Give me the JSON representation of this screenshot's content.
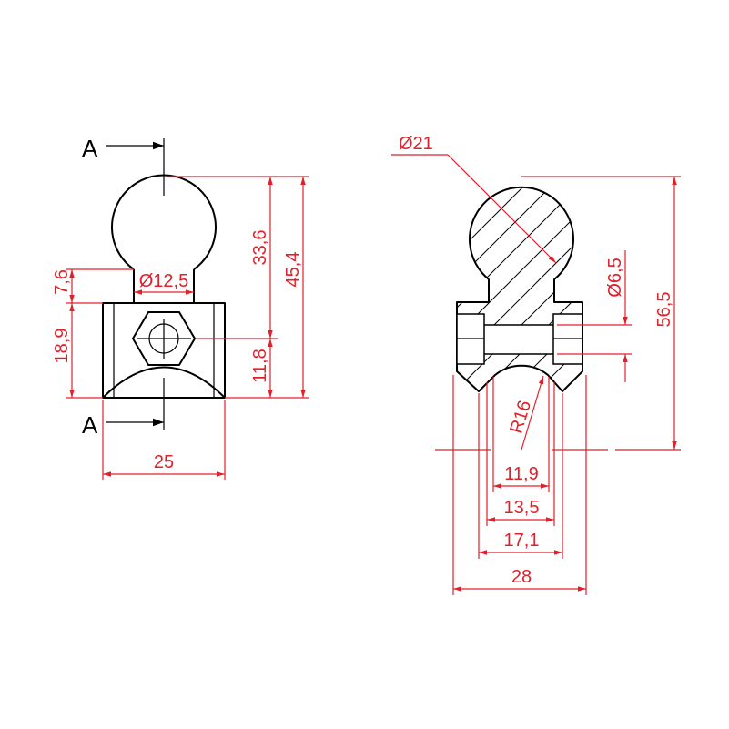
{
  "section_marks": {
    "top": "A",
    "bottom": "A"
  },
  "front_view": {
    "dims": {
      "stem_diameter": "Ø12,5",
      "height_ball_to_hole": "33,6",
      "total_height": "45,4",
      "neck_height": "7,6",
      "base_height": "18,9",
      "hole_height": "11,8",
      "base_width": "25"
    }
  },
  "section_view": {
    "dims": {
      "ball_diameter": "Ø21",
      "hole_diameter": "Ø6,5",
      "total_height": "56,5",
      "radius": "R16",
      "w1": "11,9",
      "w2": "13,5",
      "w3": "17,1",
      "w4": "28"
    }
  },
  "colors": {
    "geometry": "#000000",
    "dimensions": "#e0202a"
  }
}
